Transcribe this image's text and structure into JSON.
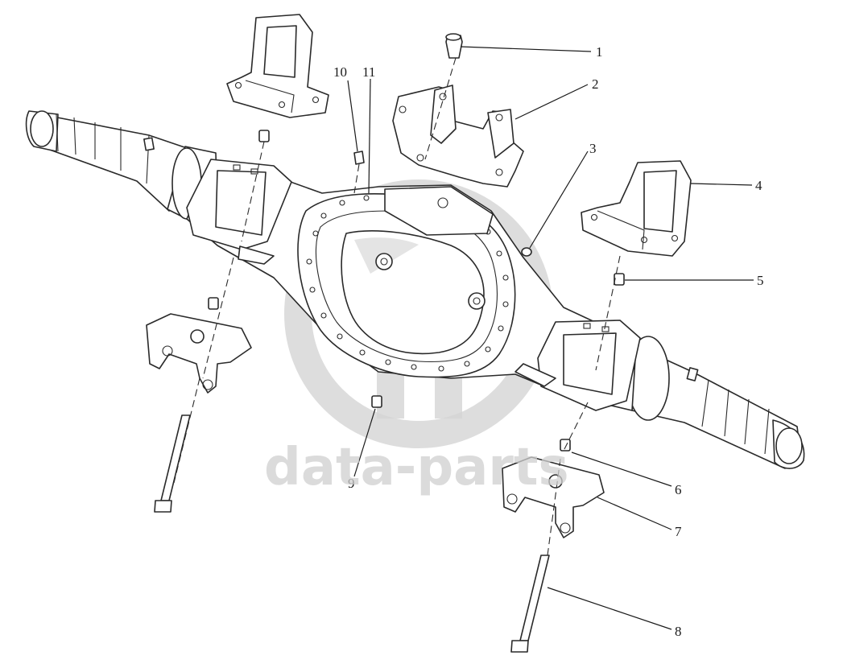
{
  "watermark": {
    "brand": "data-parts",
    "color": "#cfcfcf"
  },
  "callouts": [
    {
      "id": "1",
      "text": "1"
    },
    {
      "id": "2",
      "text": "2"
    },
    {
      "id": "3",
      "text": "3"
    },
    {
      "id": "4",
      "text": "4"
    },
    {
      "id": "5",
      "text": "5"
    },
    {
      "id": "6",
      "text": "6"
    },
    {
      "id": "7",
      "text": "7"
    },
    {
      "id": "8",
      "text": "8"
    },
    {
      "id": "9",
      "text": "9"
    },
    {
      "id": "10",
      "text": "10"
    },
    {
      "id": "11",
      "text": "11"
    }
  ],
  "colors": {
    "line": "#2a2a2a",
    "background": "#ffffff"
  }
}
